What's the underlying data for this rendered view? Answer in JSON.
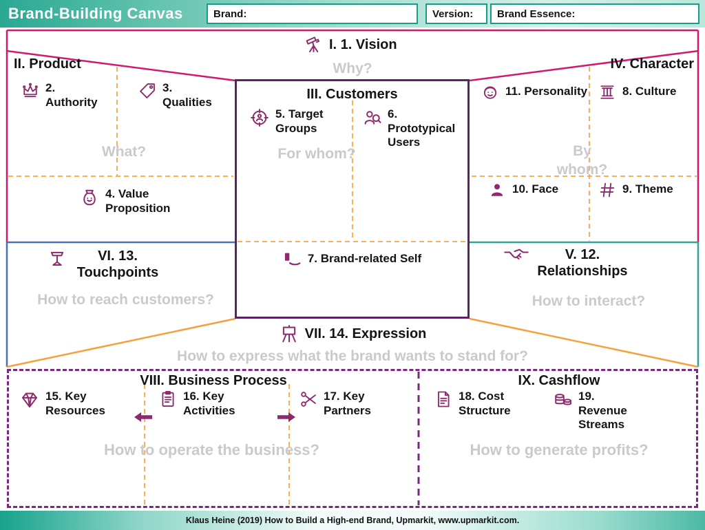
{
  "header": {
    "title": "Brand-Building Canvas",
    "brand_label": "Brand:",
    "version_label": "Version:",
    "essence_label": "Brand Essence:"
  },
  "vision": {
    "title": "I. 1. Vision",
    "question": "Why?"
  },
  "product": {
    "title": "II. Product",
    "question": "What?",
    "authority": "2. Authority",
    "qualities": "3. Qualities",
    "value_proposition": "4. Value Proposition"
  },
  "customers": {
    "title": "III. Customers",
    "question": "For whom?",
    "target_groups": "5. Target Groups",
    "prototypical_users": "6. Prototypical Users",
    "brand_related_self": "7. Brand-related Self"
  },
  "character": {
    "title": "IV. Character",
    "question": "By whom?",
    "personality": "11. Personality",
    "culture": "8. Culture",
    "face": "10. Face",
    "theme": "9. Theme"
  },
  "touchpoints": {
    "title": "VI. 13. Touchpoints",
    "question": "How to reach customers?"
  },
  "relationships": {
    "title": "V. 12. Relationships",
    "question": "How to interact?"
  },
  "expression": {
    "title": "VII. 14. Expression",
    "question": "How to express what the brand wants to stand for?"
  },
  "business_process": {
    "title": "VIII. Business Process",
    "question": "How to operate the business?",
    "key_resources": "15. Key Resources",
    "key_activities": "16. Key Activities",
    "key_partners": "17. Key Partners"
  },
  "cashflow": {
    "title": "IX. Cashflow",
    "question": "How to generate profits?",
    "cost_structure": "18. Cost Structure",
    "revenue_streams": "19. Revenue Streams"
  },
  "footer": {
    "citation": "Klaus Heine (2019) How to Build a High-end Brand, Upmarkit, www.upmarkit.com."
  },
  "colors": {
    "teal": "#2aa892",
    "teal_border": "#179c88",
    "pink": "#d11a6d",
    "purple": "#5e2166",
    "purple_dash": "#7a2982",
    "blue": "#4a6fbd",
    "green": "#2fa58f",
    "orange": "#f5a03c",
    "orange_dash": "#f7b14f",
    "icon": "#8d2a6e",
    "gray_question": "#cacaca"
  }
}
